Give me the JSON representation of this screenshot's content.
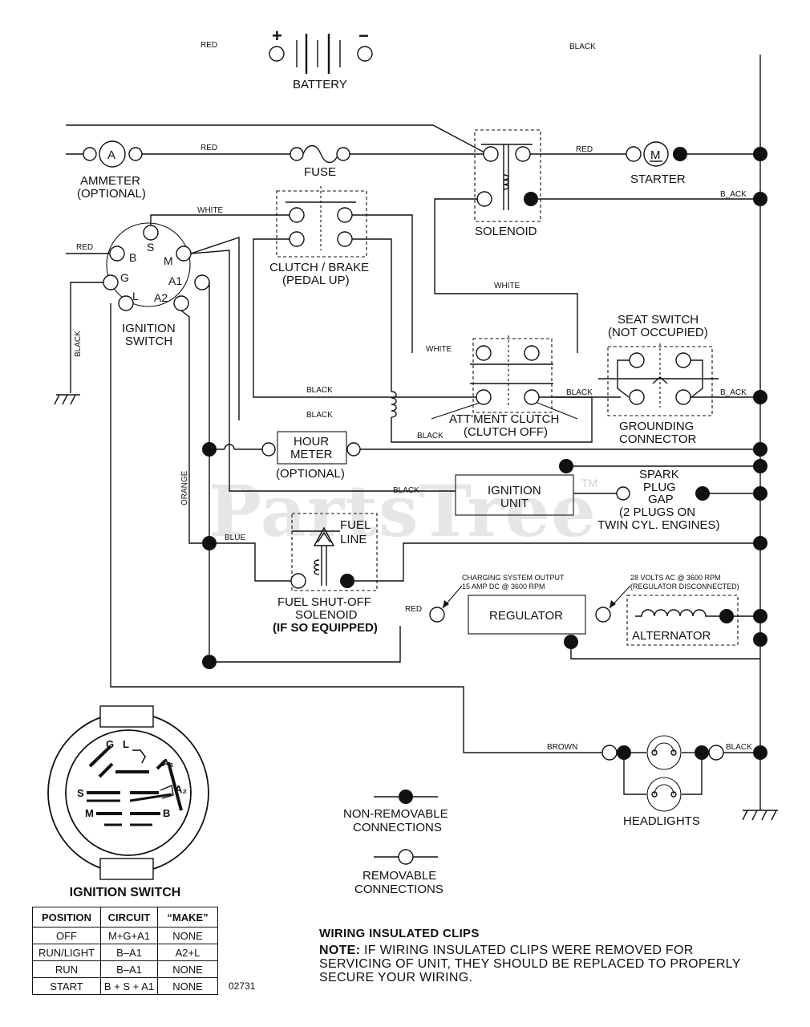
{
  "watermark": {
    "text": "PartsTree",
    "tm": "TM"
  },
  "labels": {
    "battery": "BATTERY",
    "plus": "+",
    "minus": "−",
    "ammeter_l1": "AMMETER",
    "ammeter_l2": "(OPTIONAL)",
    "ammeter_symbol": "A",
    "fuse": "FUSE",
    "solenoid": "SOLENOID",
    "starter": "STARTER",
    "starter_symbol": "M",
    "clutch_brake_l1": "CLUTCH / BRAKE",
    "clutch_brake_l2": "(PEDAL UP)",
    "ignition_switch_l1": "IGNITION",
    "ignition_switch_l2": "SWITCH",
    "seat_switch_l1": "SEAT SWITCH",
    "seat_switch_l2": "(NOT OCCUPIED)",
    "grounding_l1": "GROUNDING",
    "grounding_l2": "CONNECTOR",
    "attm_clutch_l1": "ATT'MENT CLUTCH",
    "attm_clutch_l2": "(CLUTCH OFF)",
    "hour_meter_l1": "HOUR",
    "hour_meter_l2": "METER",
    "hour_meter_l3": "(OPTIONAL)",
    "ignition_unit_l1": "IGNITION",
    "ignition_unit_l2": "UNIT",
    "spark_l1": "SPARK",
    "spark_l2": "PLUG",
    "spark_l3": "GAP",
    "spark_l4": "(2 PLUGS ON",
    "spark_l5": "TWIN CYL. ENGINES)",
    "fuel_line_l1": "FUEL",
    "fuel_line_l2": "LINE",
    "fuel_sol_l1": "FUEL SHUT-OFF",
    "fuel_sol_l2": "SOLENOID",
    "fuel_sol_l3": "(IF SO EQUIPPED)",
    "charging_l1": "CHARGING SYSTEM OUTPUT",
    "charging_l2": "15 AMP DC @ 3600 RPM",
    "ac_l1": "28 VOLTS AC @ 3600 RPM",
    "ac_l2": "(REGULATOR DISCONNECTED)",
    "regulator": "REGULATOR",
    "alternator": "ALTERNATOR",
    "headlights": "HEADLIGHTS",
    "nonrem_l1": "NON-REMOVABLE",
    "nonrem_l2": "CONNECTIONS",
    "rem_l1": "REMOVABLE",
    "rem_l2": "CONNECTIONS"
  },
  "pins": {
    "b": "B",
    "s": "S",
    "m": "M",
    "g": "G",
    "l": "L",
    "a1": "A1",
    "a2": "A2"
  },
  "wires": {
    "red": "RED",
    "black": "BLACK",
    "white": "WHITE",
    "orange": "ORANGE",
    "blue": "BLUE",
    "brown": "BROWN",
    "black_alt": "B_ACK"
  },
  "switch_face": {
    "g": "G",
    "l": "L",
    "a1": "A₁",
    "a2": "A₂",
    "s": "S",
    "m": "M",
    "b": "B"
  },
  "ignition_table": {
    "title": "IGNITION SWITCH",
    "headers": [
      "POSITION",
      "CIRCUIT",
      "“MAKE”"
    ],
    "rows": [
      [
        "OFF",
        "M+G+A1",
        "NONE"
      ],
      [
        "RUN/LIGHT",
        "B–A1",
        "A2+L"
      ],
      [
        "RUN",
        "B–A1",
        "NONE"
      ],
      [
        "START",
        "B + S + A1",
        "NONE"
      ]
    ]
  },
  "code": "02731",
  "note": {
    "heading": "WIRING INSULATED CLIPS",
    "prefix": "NOTE:",
    "body": "IF WIRING INSULATED CLIPS WERE REMOVED FOR SERVICING OF UNIT, THEY SHOULD BE REPLACED TO PROPERLY SECURE YOUR WIRING."
  }
}
